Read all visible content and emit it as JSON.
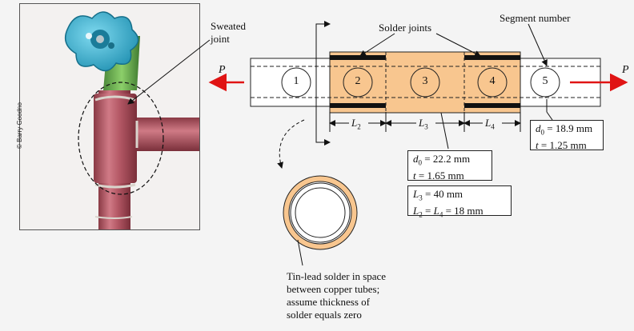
{
  "photo_credit": "© Barry Goodno",
  "labels": {
    "sweated_joint_line1": "Sweated",
    "sweated_joint_line2": "joint",
    "solder_joints": "Solder joints",
    "segment_number": "Segment number",
    "load_left": "P",
    "load_right": "P",
    "tin_lead_line1": "Tin-lead solder in space",
    "tin_lead_line2": "between copper tubes;",
    "tin_lead_line3": "assume thickness of",
    "tin_lead_line4": "solder equals zero"
  },
  "segments": [
    "1",
    "2",
    "3",
    "4",
    "5"
  ],
  "dimension_labels": {
    "L2": {
      "sym": "L",
      "sub": "2"
    },
    "L3": {
      "sym": "L",
      "sub": "3"
    },
    "L4": {
      "sym": "L",
      "sub": "4"
    }
  },
  "boxes": {
    "outer_tube": {
      "line1": {
        "sym": "d",
        "sub": "0",
        "rest": " = 18.9 mm"
      },
      "line2": {
        "sym": "t",
        "rest": " = 1.25 mm"
      }
    },
    "middle_tube": {
      "line1": {
        "sym": "d",
        "sub": "0",
        "rest": " = 22.2 mm"
      },
      "line2": {
        "sym": "t",
        "rest": " = 1.65 mm"
      }
    },
    "lengths": {
      "line1": {
        "sym": "L",
        "sub": "3",
        "rest": " = 40 mm"
      },
      "line2": {
        "sym": "L",
        "sub": "2",
        "mid": " = ",
        "sym2": "L",
        "sub2": "4",
        "rest": " = 18 mm"
      }
    }
  },
  "colors": {
    "solder": "#f8c68f",
    "load_arrow": "#e01414",
    "copper": "#b25a63",
    "valve": "#3cb7d6",
    "joint_bar": "#111111"
  }
}
